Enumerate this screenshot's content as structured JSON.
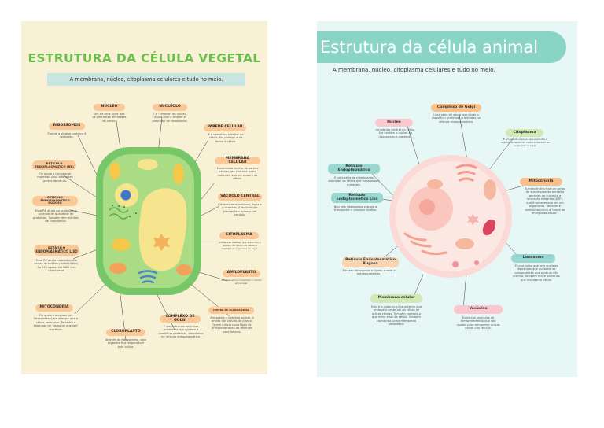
{
  "plant": {
    "title": "ESTRUTURA DA CÉLULA VEGETAL",
    "subtitle": "A membrana, núcleo, citoplasma celulares e tudo no meio.",
    "labels": [
      {
        "name": "NÚCLEO",
        "desc": "Um de seus tipos que os diferentes atividades da célula."
      },
      {
        "name": "NUCLÉOLO",
        "desc": "É o \"cérebro\" do núcleo. Ajuda com a síntese e produção de ribossomos."
      },
      {
        "name": "RIBOSSOMOS",
        "desc": "É onde a síntese proteica é realizada."
      },
      {
        "name": "PAREDE CELULAR",
        "desc": "É a cobertura exterior da célula. Ela protege e dá forma à célula."
      },
      {
        "name": "RETÍCULO ENDOPLASMÁTICO (RE)",
        "desc": "Ele ajuda a transportar materiais para diferentes partes da célula."
      },
      {
        "name": "MEMBRANA CELULAR",
        "desc": "Encontrada dentro da parede celular, ela controla quais materiais entram e saem da célula."
      },
      {
        "name": "RETÍCULO ENDOPLASMÁTICO RUGOSO",
        "desc": "Esse RE ajuda na produção e controle de qualidade de proteínas. Também tem milhões de ribossomos."
      },
      {
        "name": "VACÚOLO CENTRAL",
        "desc": "Ele armazena resíduos, água e nutrientes. A maioria das plantas tem apenas um vacúolo."
      },
      {
        "name": "CITOPLASMA",
        "desc": "É o líquido espesso que preenche o espaço de dentro da célula e mantém as organelas no lugar."
      },
      {
        "name": "RETÍCULO ENDOPLASMÁTICO LISO",
        "desc": "Esse RE ajuda na produção e cortes de lipídios (fosfolipídios). Ao RE rugoso, ele NÃO tem ribossomos."
      },
      {
        "name": "AMILOPLASTO",
        "desc": "Armazenam e convertem o amido em açúcar."
      },
      {
        "name": "MITOCÔNDRIA",
        "desc": "Ela quebra o açúcar (da fotossíntese) em energia que a célula pode usar. Também é chamada de \"usina de energia\" da célula."
      },
      {
        "name": "COMPLEXO DE GOLGI",
        "desc": "É uma série de vesículas achatadas que ajudam a classificar proteínas, orientadas no retículo endoplasmático."
      },
      {
        "name": "CLOROPLASTO",
        "desc": "Através da fotossíntese, esta organela fica responsável pela célula."
      },
      {
        "name": "CENTRO DE ALGUMA COISA",
        "desc": "Armazena e sintetiza açúcar, o amido das células da planta. Quem indicia nova tipos de armazenamento de reservas para futuros."
      }
    ]
  },
  "animal": {
    "title": "Estrutura da célula animal",
    "subtitle": "A membrana, núcleo, citoplasma celulares e tudo no meio.",
    "labels": [
      {
        "name": "Complexo de Golgi",
        "desc": "Uma série de sacos que ajuda a classificar proteínas orientadas no retículo endoplasmático."
      },
      {
        "name": "Núcleo",
        "desc": "Um abrigo central da célula. Ele contém o núcleo de ribossomos e proteínas."
      },
      {
        "name": "Citoplasma",
        "desc": "É um líquido espesso que preenche o espaço de dentro da célula e mantém as organelas no lugar."
      },
      {
        "name": "Retículo Endoplasmático",
        "desc": "É uma série de membranas dobradas na célula que transportam materiais."
      },
      {
        "name": "Retículo Endoplasmático Liso",
        "desc": "Não tem ribossomos e ajuda a transportar e produzir lipídios."
      },
      {
        "name": "Mitocôndria",
        "desc": "A mitocôndria fica um corpo de sua respiração aeróbica gerando de sustenta a formação trifosfato (ATP), que é armazenado em um organismo. Também é conhecida como a \"usina de energia da célula\"."
      },
      {
        "name": "Retículo Endoplasmático Rugoso",
        "desc": "Ele tem ribossomos e ligado a rede a outras proteínas."
      },
      {
        "name": "Lisossomo",
        "desc": "É uma bolsa que tem enzimas digestivas que quebram os componentes que a célula não precisa. Também move bactérias que invadem a célula."
      },
      {
        "name": "Membrana celular",
        "desc": "Esta é a cobertura fina exterior que protege o conteúdo da célula de outras células. Também controla o que entra e sai da célula. Também conhecida como membrana plasmática."
      },
      {
        "name": "Vacúolos",
        "desc": "Estes são vesículas de armazenamento que são usados para armazenar outras coisas nas células."
      }
    ]
  }
}
